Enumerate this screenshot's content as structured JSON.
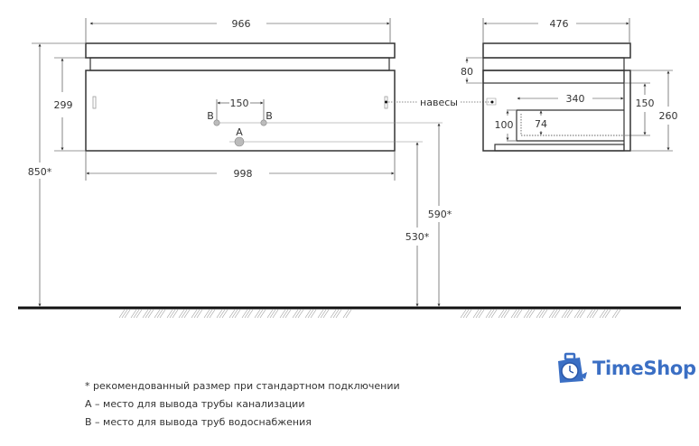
{
  "front_view": {
    "dimensions": {
      "top_width": "966",
      "bottom_width": "998",
      "body_height": "299",
      "total_height": "850*",
      "pipe_spacing": "150",
      "drain_height": "530*",
      "water_height": "590*"
    },
    "markers": {
      "water_left": "B",
      "water_right": "B",
      "drain": "A"
    }
  },
  "side_view": {
    "dimensions": {
      "depth": "476",
      "top_drawer": "80",
      "inner_width": "340",
      "inner_height": "150",
      "body_height": "260",
      "drawer_front": "100",
      "drawer_inner": "74"
    },
    "hangers_label": "навесы"
  },
  "notes": [
    "* рекомендованный размер при стандартном подключении",
    "A – место для вывода трубы канализации",
    "B – место для вывода труб водоснабжения"
  ],
  "logo": {
    "text": "TimeShop",
    "color": "#3b6fc4"
  }
}
